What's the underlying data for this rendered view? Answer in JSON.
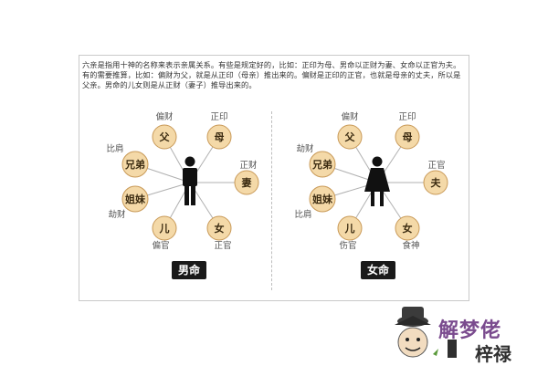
{
  "intro_text": "六亲是指用十神的名称来表示亲属关系。有些是规定好的，比如：正印为母、男命以正财为妻、女命以正官为夫。有的需要推算，比如：偏财为父，就是从正印（母亲）推出来的。偏财是正印的正官，也就是母亲的丈夫，所以是父亲。男命的儿女则是从正财（妻子）推导出来的。",
  "male": {
    "badge": "男命",
    "nodes": [
      {
        "text": "父",
        "label": "偏财"
      },
      {
        "text": "母",
        "label": "正印"
      },
      {
        "text": "兄弟",
        "label": "比肩"
      },
      {
        "text": "妻",
        "label": "正财"
      },
      {
        "text": "姐妹",
        "label": "劫财"
      },
      {
        "text": "儿",
        "label": "偏官"
      },
      {
        "text": "女",
        "label": "正官"
      }
    ]
  },
  "female": {
    "badge": "女命",
    "nodes": [
      {
        "text": "父",
        "label": "偏财"
      },
      {
        "text": "母",
        "label": "正印"
      },
      {
        "text": "兄弟",
        "label": "劫财"
      },
      {
        "text": "夫",
        "label": "正官"
      },
      {
        "text": "姐妹",
        "label": "比肩"
      },
      {
        "text": "儿",
        "label": "伤官"
      },
      {
        "text": "女",
        "label": "食神"
      }
    ]
  },
  "watermark": {
    "top": "解梦佬",
    "bottom": "梓禄"
  },
  "colors": {
    "node_fill": "#f4d9a8",
    "node_stroke": "#c99a58",
    "badge": "#1a1a1a",
    "line": "#b0b0b0"
  }
}
